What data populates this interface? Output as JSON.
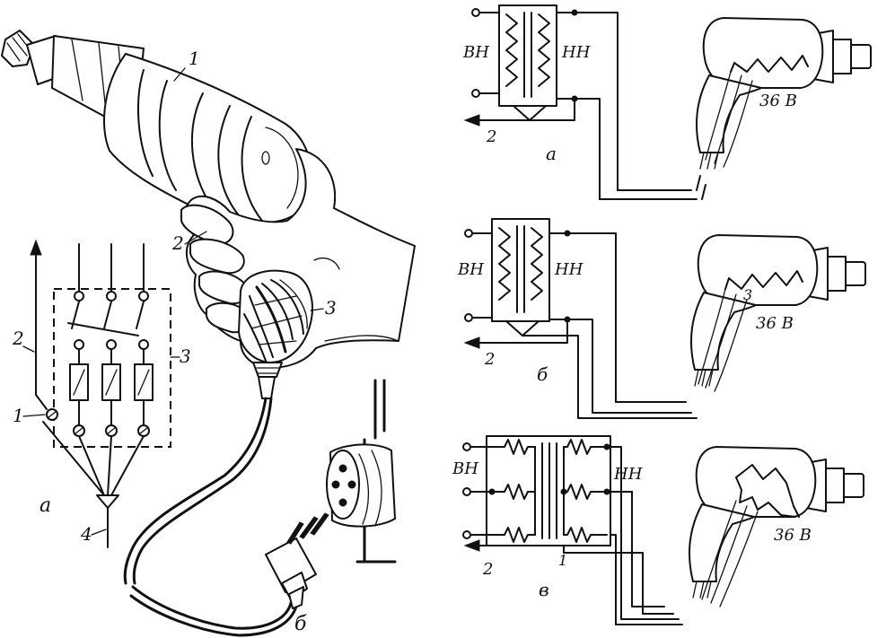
{
  "left_panel": {
    "drill_labels": {
      "body": "1",
      "trigger": "2",
      "handle": "3"
    },
    "grounding_scheme": {
      "caption": "а",
      "labels": {
        "ground_wire": "2",
        "terminal": "1",
        "housing": "3",
        "earth": "4"
      }
    },
    "plug_caption": "б"
  },
  "right_panel": {
    "schemes": [
      {
        "caption": "а",
        "primary": "ВН",
        "secondary": "НН",
        "lead": "2",
        "voltage": "36 В",
        "marker": ""
      },
      {
        "caption": "б",
        "primary": "ВН",
        "secondary": "НН",
        "lead": "2",
        "voltage": "36 В",
        "marker": "3"
      },
      {
        "caption": "в",
        "primary": "ВН",
        "secondary": "НН",
        "lead": "2",
        "voltage": "36 В",
        "marker": "1"
      }
    ]
  }
}
